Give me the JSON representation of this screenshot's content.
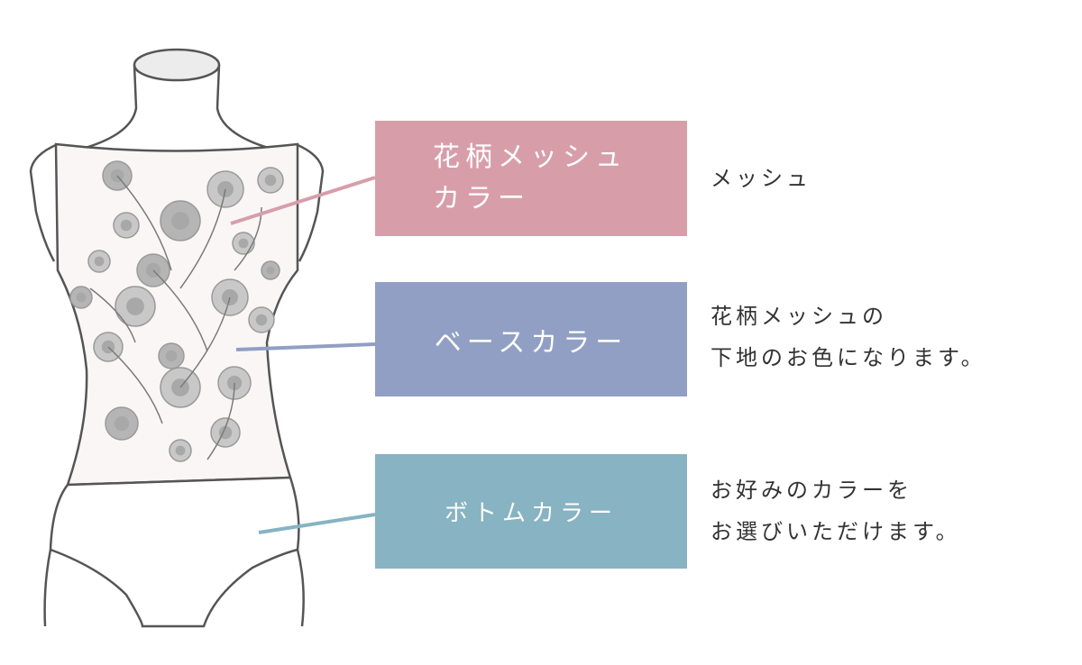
{
  "labels": {
    "mesh": {
      "line1": "花柄メッシュ",
      "line2": "カラー",
      "color": "#d79eaa"
    },
    "base": {
      "text": "ベースカラー",
      "color": "#919fc4"
    },
    "bottom": {
      "text": "ボトムカラー",
      "color": "#87b3c2"
    }
  },
  "descriptions": {
    "mesh": {
      "line1": "メッシュ"
    },
    "base": {
      "line1": "花柄メッシュの",
      "line2": "下地のお色になります。"
    },
    "bottom": {
      "line1": "お好みのカラーを",
      "line2": "お選びいただけます。"
    }
  },
  "colors": {
    "outline": "#555555",
    "bodice_fill": "#faf6f6",
    "flower_gray": "#9a9a9a",
    "text": "#333333"
  }
}
